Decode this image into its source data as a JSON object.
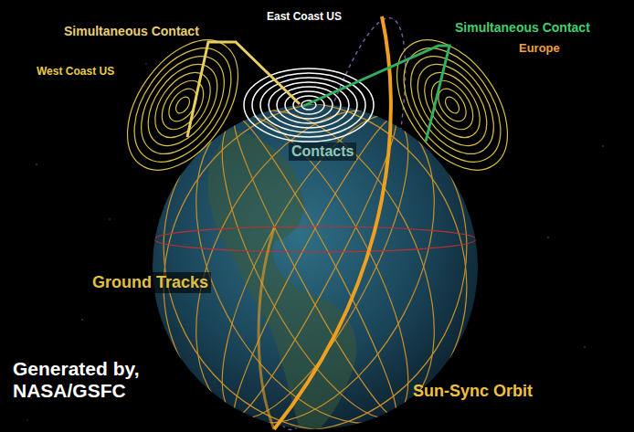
{
  "diagram": {
    "labels": [
      "Simultaneous Contact",
      "East Coast US",
      "Simultaneous Contact",
      "West Coast US",
      "Europe",
      "Contacts",
      "Ground Tracks",
      "Sun-Sync Orbit",
      "Generated by, NASA/GSFC"
    ]
  }
}
